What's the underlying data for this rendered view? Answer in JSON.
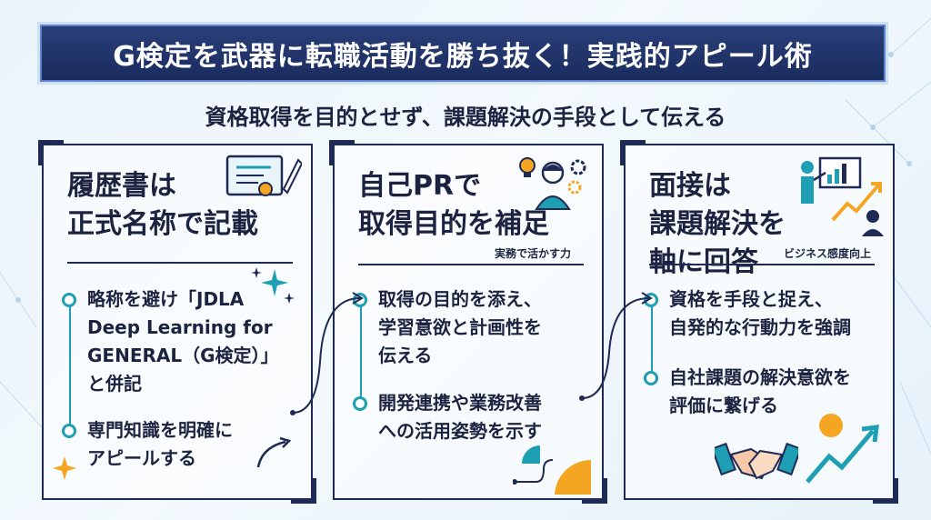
{
  "banner": {
    "title": "G検定を武器に転職活動を勝ち抜く！実践的アピール術"
  },
  "subtitle": "資格取得を目的とせず、課題解決の手段として伝える",
  "cards": [
    {
      "title": "履歴書は\n正式名称で記載",
      "tag": "",
      "items": [
        "略称を避け「JDLA\nDeep Learning for\nGENERAL（G検定）」\nと併記",
        "専門知識を明確に\nアピールする"
      ]
    },
    {
      "title": "自己PRで\n取得目的を補足",
      "tag": "実務で活かす力",
      "items": [
        "取得の目的を添え、\n学習意欲と計画性を\n伝える",
        "開発連携や業務改善\nへの活用姿勢を示す"
      ]
    },
    {
      "title": "面接は\n課題解決を\n軸に回答",
      "tag": "ビジネス感度向上",
      "items": [
        "資格を手段と捉え、\n自発的な行動力を強調",
        "自社課題の解決意欲を\n評価に繋げる"
      ]
    }
  ],
  "icons": {
    "certificate": "certificate-icon",
    "person_idea": "person-lightbulb-icon",
    "presenter": "presenter-chart-icon",
    "handshake": "handshake-icon",
    "growth": "growth-arrow-icon"
  },
  "colors": {
    "navy": "#1f2a55",
    "teal": "#1f9fb3",
    "orange": "#f4a623",
    "banner": "#1a2c5e"
  }
}
